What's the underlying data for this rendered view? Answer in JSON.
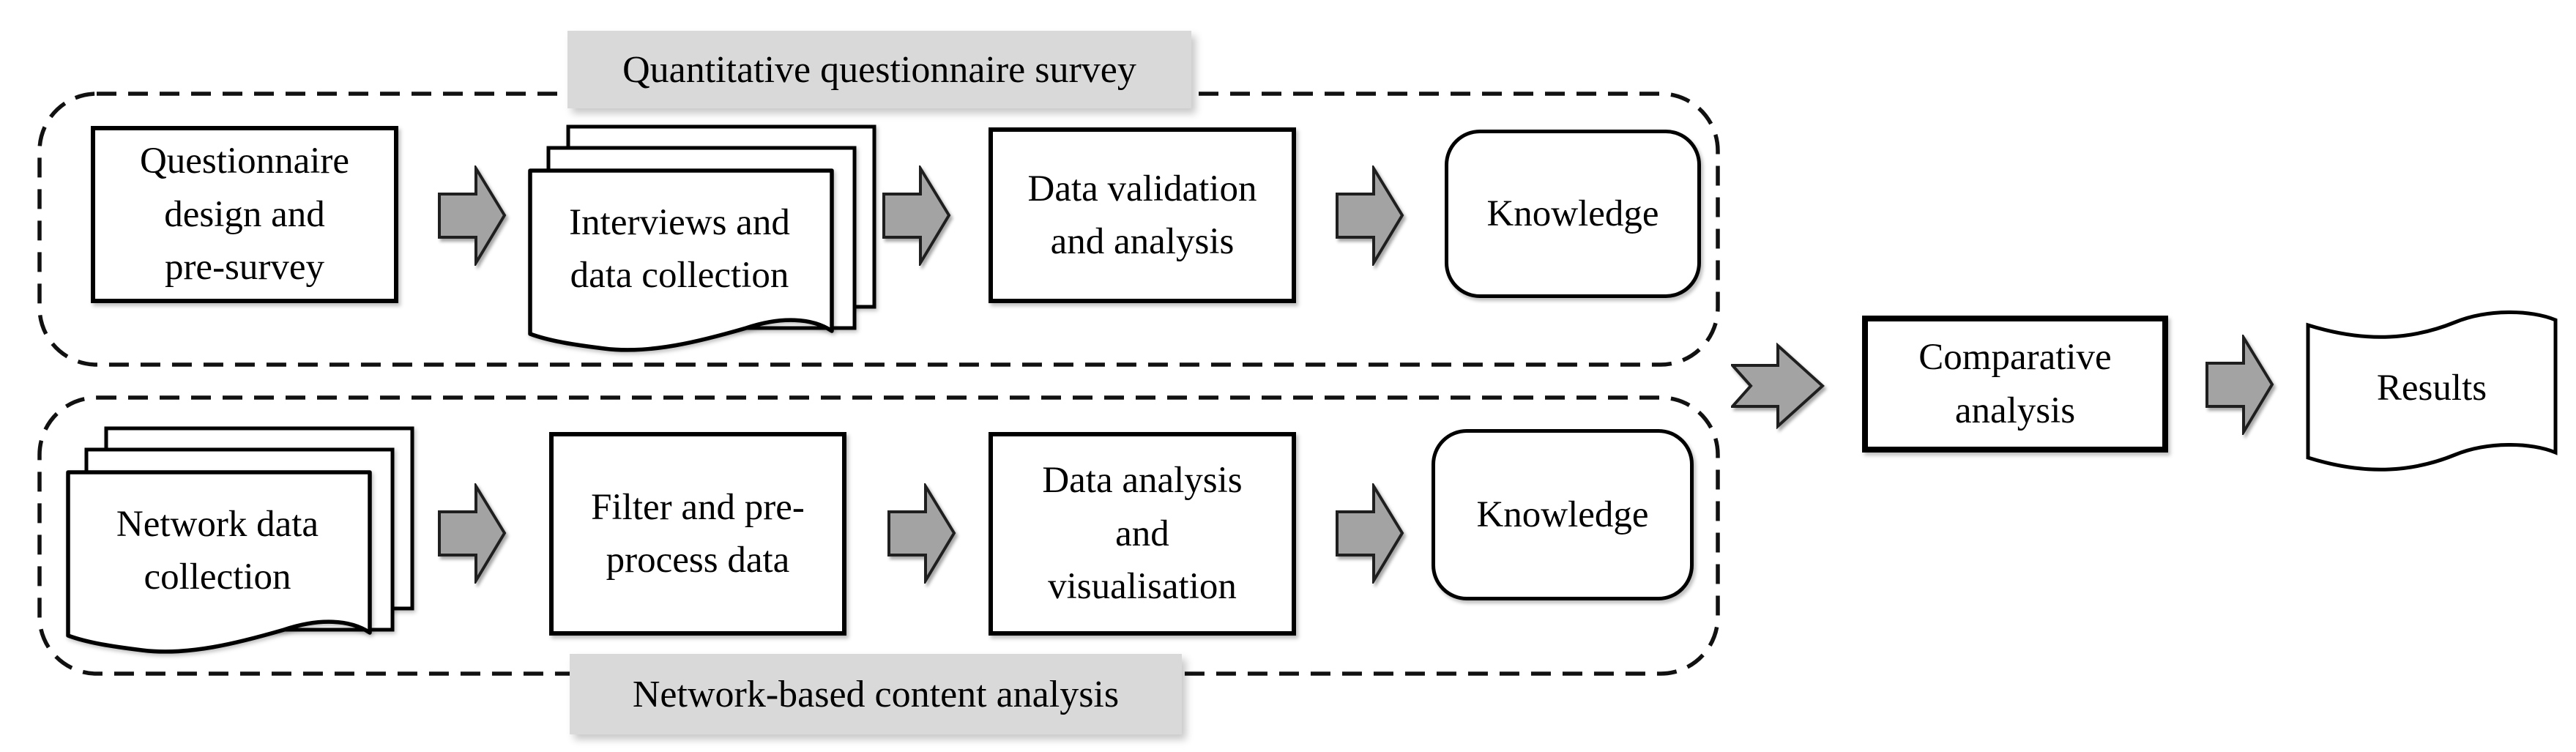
{
  "colors": {
    "background": "#ffffff",
    "arrow_fill": "#a3a3a3",
    "arrow_stroke": "#1f1f1f",
    "label_bg": "#d9d9d9",
    "shape_border": "#000000",
    "text": "#000000"
  },
  "top_group": {
    "label": "Quantitative questionnaire survey",
    "nodes": [
      {
        "shape": "rect",
        "lines": [
          "Questionnaire",
          "design and",
          "pre-survey"
        ]
      },
      {
        "shape": "document-stack",
        "lines": [
          "Interviews and",
          "data collection"
        ]
      },
      {
        "shape": "rect",
        "lines": [
          "Data validation",
          "and analysis"
        ]
      },
      {
        "shape": "rounded-rect",
        "lines": [
          "Knowledge"
        ]
      }
    ]
  },
  "bottom_group": {
    "label": "Network-based content analysis",
    "nodes": [
      {
        "shape": "document-stack",
        "lines": [
          "Network data",
          "collection"
        ]
      },
      {
        "shape": "rect",
        "lines": [
          "Filter and pre-",
          "process data"
        ]
      },
      {
        "shape": "rect",
        "lines": [
          "Data analysis",
          "and",
          "visualisation"
        ]
      },
      {
        "shape": "rounded-rect",
        "lines": [
          "Knowledge"
        ]
      }
    ]
  },
  "output": {
    "comparative": {
      "lines": [
        "Comparative",
        "analysis"
      ]
    },
    "results": {
      "label": "Results"
    }
  }
}
